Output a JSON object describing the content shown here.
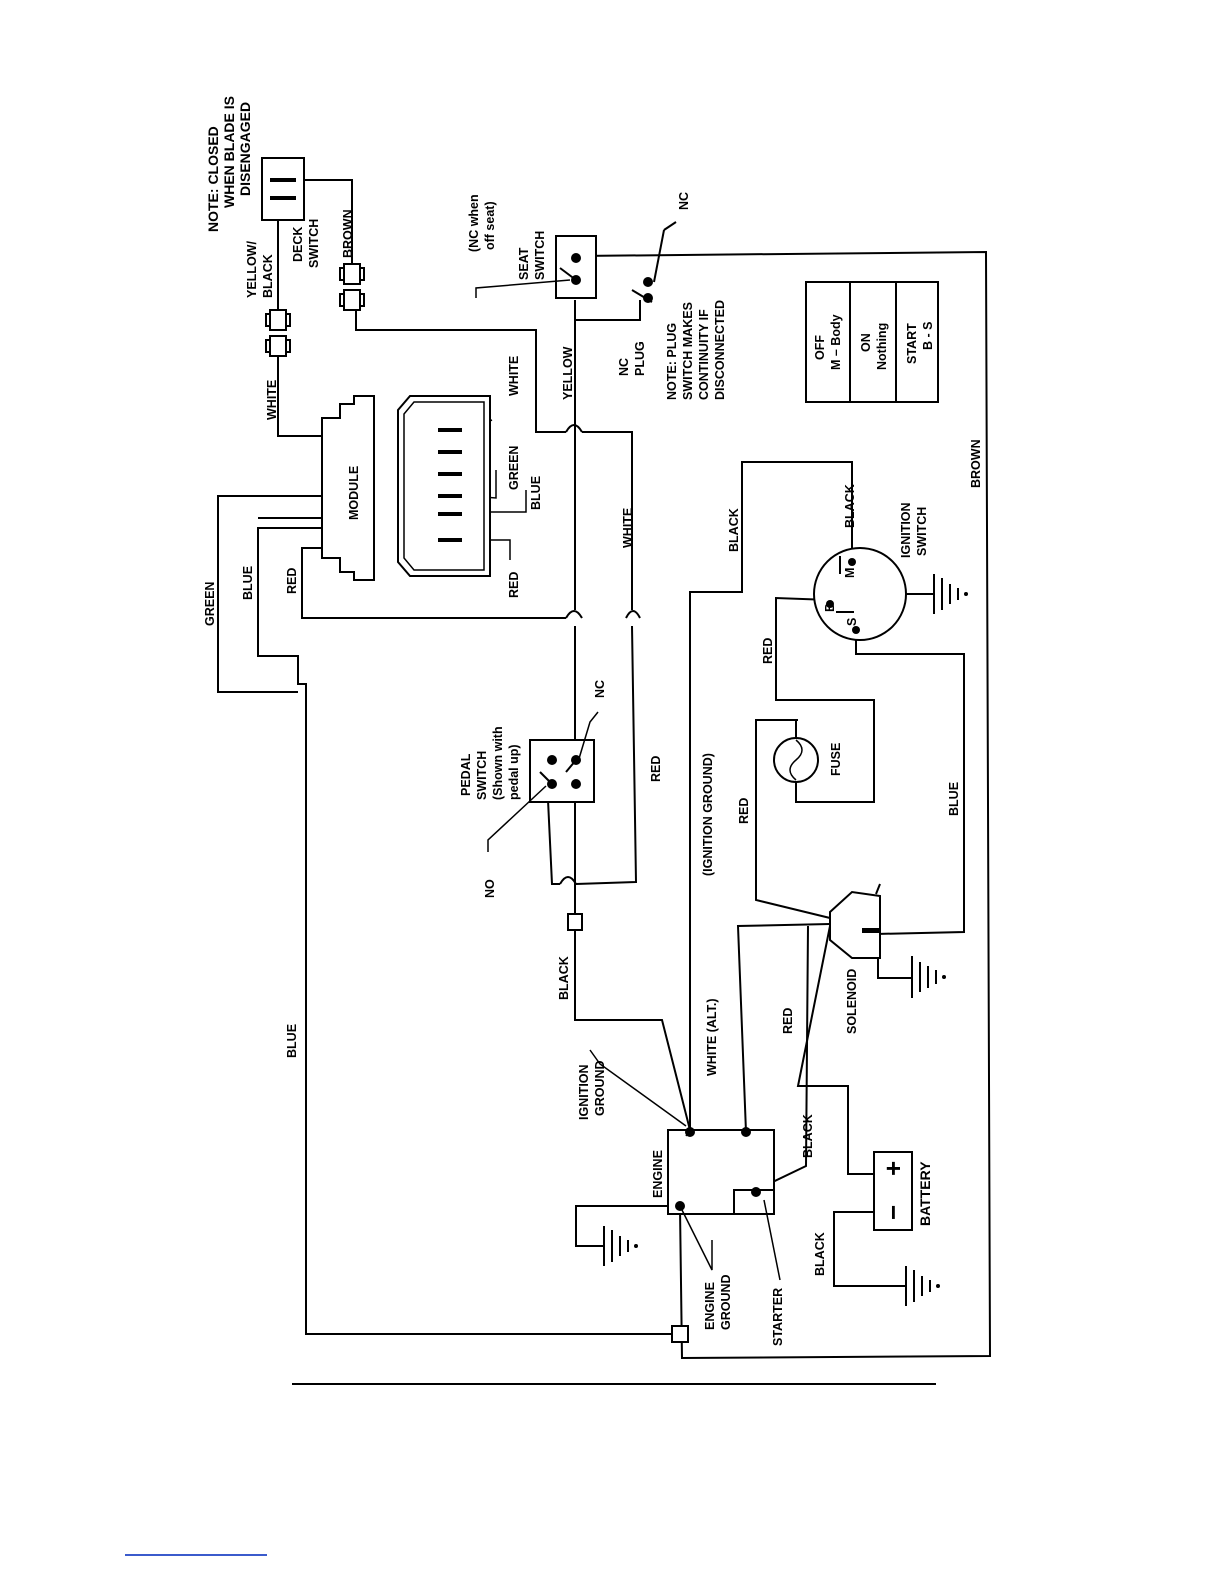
{
  "labels": {
    "deck_note": [
      "NOTE:  CLOSED",
      "WHEN BLADE IS",
      "DISENGAGED"
    ],
    "deck_switch": [
      "DECK",
      "SWITCH"
    ],
    "yellow_black": [
      "YELLOW/",
      "BLACK"
    ],
    "brown_top": "BROWN",
    "white_top": "WHITE",
    "nc_when_off_seat": [
      "(NC when",
      "off seat)"
    ],
    "seat_switch": [
      "SEAT",
      "SWITCH"
    ],
    "nc_top": "NC",
    "nc_plug": [
      "NC",
      "PLUG"
    ],
    "plug_note": [
      "NOTE:  PLUG",
      "SWITCH MAKES",
      "CONTINUITY IF",
      "DISCONNECTED"
    ],
    "yellow": "YELLOW",
    "white_module": "WHITE",
    "green_module": "GREEN",
    "blue_module": "BLUE",
    "red_module": "RED",
    "module": "MODULE",
    "white_mid": "WHITE",
    "green_left": "GREEN",
    "blue_left": "BLUE",
    "red_left": "RED",
    "black_ign": "BLACK",
    "black_m": "BLACK",
    "ignition_switch": [
      "IGNITION",
      "SWITCH"
    ],
    "brown_right": "BROWN",
    "red_fuse": "RED",
    "fuse": "FUSE",
    "ignition_ground_mid": "(IGNITION GROUND)",
    "pedal_switch": [
      "PEDAL",
      "SWITCH",
      "(Shown with",
      "pedal up)"
    ],
    "nc_pedal": "NC",
    "no_pedal": "NO",
    "red_pedal": "RED",
    "red_solenoid_top": "RED",
    "blue_right": "BLUE",
    "black_junction": "BLACK",
    "white_alt": "WHITE (ALT.)",
    "red_solenoid_bottom": "RED",
    "solenoid": "SOLENOID",
    "blue_bottom": "BLUE",
    "ignition_ground_engine": [
      "IGNITION",
      "GROUND"
    ],
    "engine": "ENGINE",
    "black_battery_pos": "BLACK",
    "battery": "BATTERY",
    "black_battery_neg": "BLACK",
    "engine_ground": [
      "ENGINE",
      "GROUND"
    ],
    "starter": "STARTER",
    "term_m": "M",
    "term_b": "B",
    "term_s": "S",
    "plus": "+",
    "minus": "−"
  },
  "ignition_table": [
    {
      "state": "OFF",
      "connection": "M – Body"
    },
    {
      "state": "ON",
      "connection": "Nothing"
    },
    {
      "state": "START",
      "connection": "B - S"
    }
  ]
}
